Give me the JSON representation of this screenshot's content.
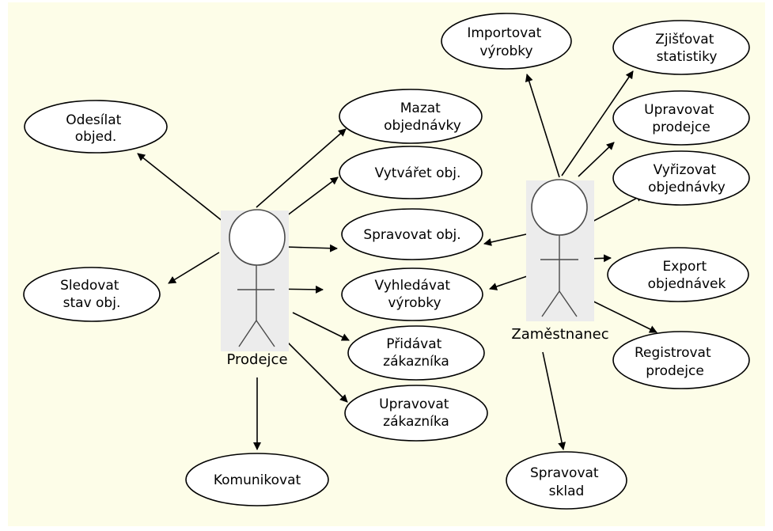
{
  "diagram": {
    "actors": [
      {
        "id": "prodejce",
        "name": "Prodejce"
      },
      {
        "id": "zamestnanec",
        "name": "Zaměstnanec"
      }
    ],
    "use_cases": [
      {
        "id": "odesilat",
        "lines": [
          "Odesílat",
          "objed."
        ]
      },
      {
        "id": "sledovat",
        "lines": [
          "Sledovat",
          "stav obj."
        ]
      },
      {
        "id": "mazat",
        "lines": [
          "Mazat",
          "objednávky"
        ]
      },
      {
        "id": "vytvaret",
        "lines": [
          "Vytvářet obj."
        ]
      },
      {
        "id": "spravovat-obj",
        "lines": [
          "Spravovat obj."
        ]
      },
      {
        "id": "vyhledavat",
        "lines": [
          "Vyhledávat",
          "výrobky"
        ]
      },
      {
        "id": "pridavat",
        "lines": [
          "Přidávat",
          "zákazníka"
        ]
      },
      {
        "id": "upravovat-zak",
        "lines": [
          "Upravovat",
          "zákazníka"
        ]
      },
      {
        "id": "komunikovat",
        "lines": [
          "Komunikovat"
        ]
      },
      {
        "id": "importovat",
        "lines": [
          "Importovat",
          "výrobky"
        ]
      },
      {
        "id": "zjistovat",
        "lines": [
          "Zjišťovat",
          "statistiky"
        ]
      },
      {
        "id": "upravovat-prod",
        "lines": [
          "Upravovat",
          "prodejce"
        ]
      },
      {
        "id": "vyrizovat",
        "lines": [
          "Vyřizovat",
          "objednávky"
        ]
      },
      {
        "id": "export",
        "lines": [
          "Export",
          "objednávek"
        ]
      },
      {
        "id": "registrovat",
        "lines": [
          "Registrovat",
          "prodejce"
        ]
      },
      {
        "id": "spravovat-sklad",
        "lines": [
          "Spravovat",
          "sklad"
        ]
      }
    ],
    "associations": [
      {
        "from": "prodejce",
        "to": "odesilat"
      },
      {
        "from": "prodejce",
        "to": "sledovat"
      },
      {
        "from": "prodejce",
        "to": "mazat"
      },
      {
        "from": "prodejce",
        "to": "vytvaret"
      },
      {
        "from": "prodejce",
        "to": "spravovat-obj"
      },
      {
        "from": "prodejce",
        "to": "vyhledavat"
      },
      {
        "from": "prodejce",
        "to": "pridavat"
      },
      {
        "from": "prodejce",
        "to": "upravovat-zak"
      },
      {
        "from": "prodejce",
        "to": "komunikovat"
      },
      {
        "from": "zamestnanec",
        "to": "importovat"
      },
      {
        "from": "zamestnanec",
        "to": "zjistovat"
      },
      {
        "from": "zamestnanec",
        "to": "upravovat-prod"
      },
      {
        "from": "zamestnanec",
        "to": "vyrizovat"
      },
      {
        "from": "zamestnanec",
        "to": "spravovat-obj"
      },
      {
        "from": "zamestnanec",
        "to": "vyhledavat"
      },
      {
        "from": "zamestnanec",
        "to": "export"
      },
      {
        "from": "zamestnanec",
        "to": "registrovat"
      },
      {
        "from": "zamestnanec",
        "to": "spravovat-sklad"
      }
    ]
  }
}
